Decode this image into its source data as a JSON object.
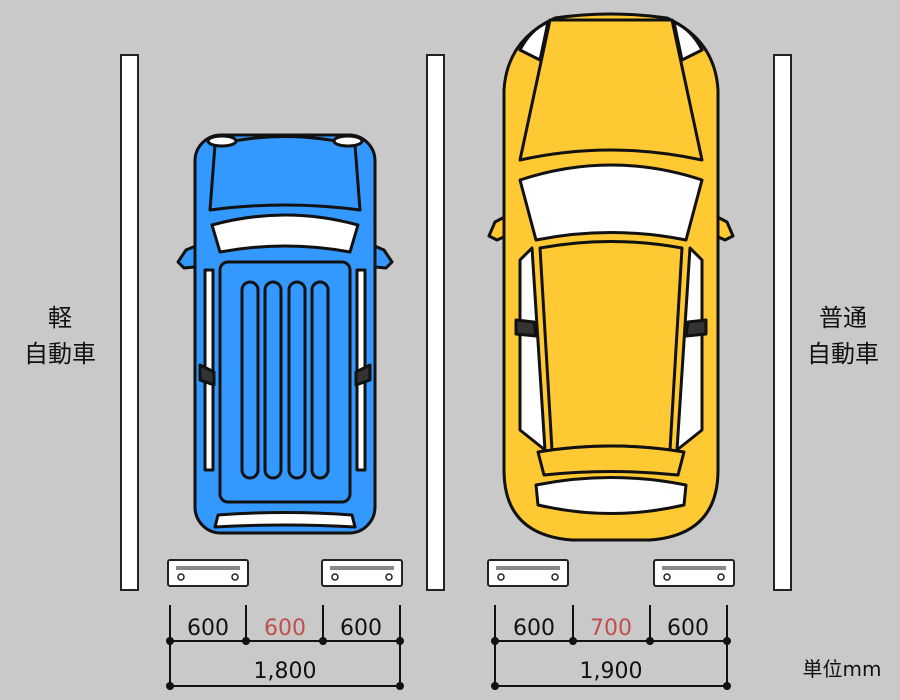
{
  "labels": {
    "kei_line1": "軽",
    "kei_line2": "自動車",
    "normal_line1": "普通",
    "normal_line2": "自動車",
    "unit": "単位mm"
  },
  "dimensions": {
    "kei": {
      "left": "600",
      "middle": "600",
      "right": "600",
      "total": "1,800"
    },
    "normal": {
      "left": "600",
      "middle": "700",
      "right": "600",
      "total": "1,900"
    }
  },
  "colors": {
    "background": "#c9c9c9",
    "kei_car": "#3399ff",
    "normal_car": "#ffc933",
    "middle_dimension": "#c0504d"
  },
  "icons": {
    "kei_car": "kei-car-top-view-icon",
    "normal_car": "normal-car-top-view-icon",
    "wheel_stop": "wheel-stop-icon"
  }
}
